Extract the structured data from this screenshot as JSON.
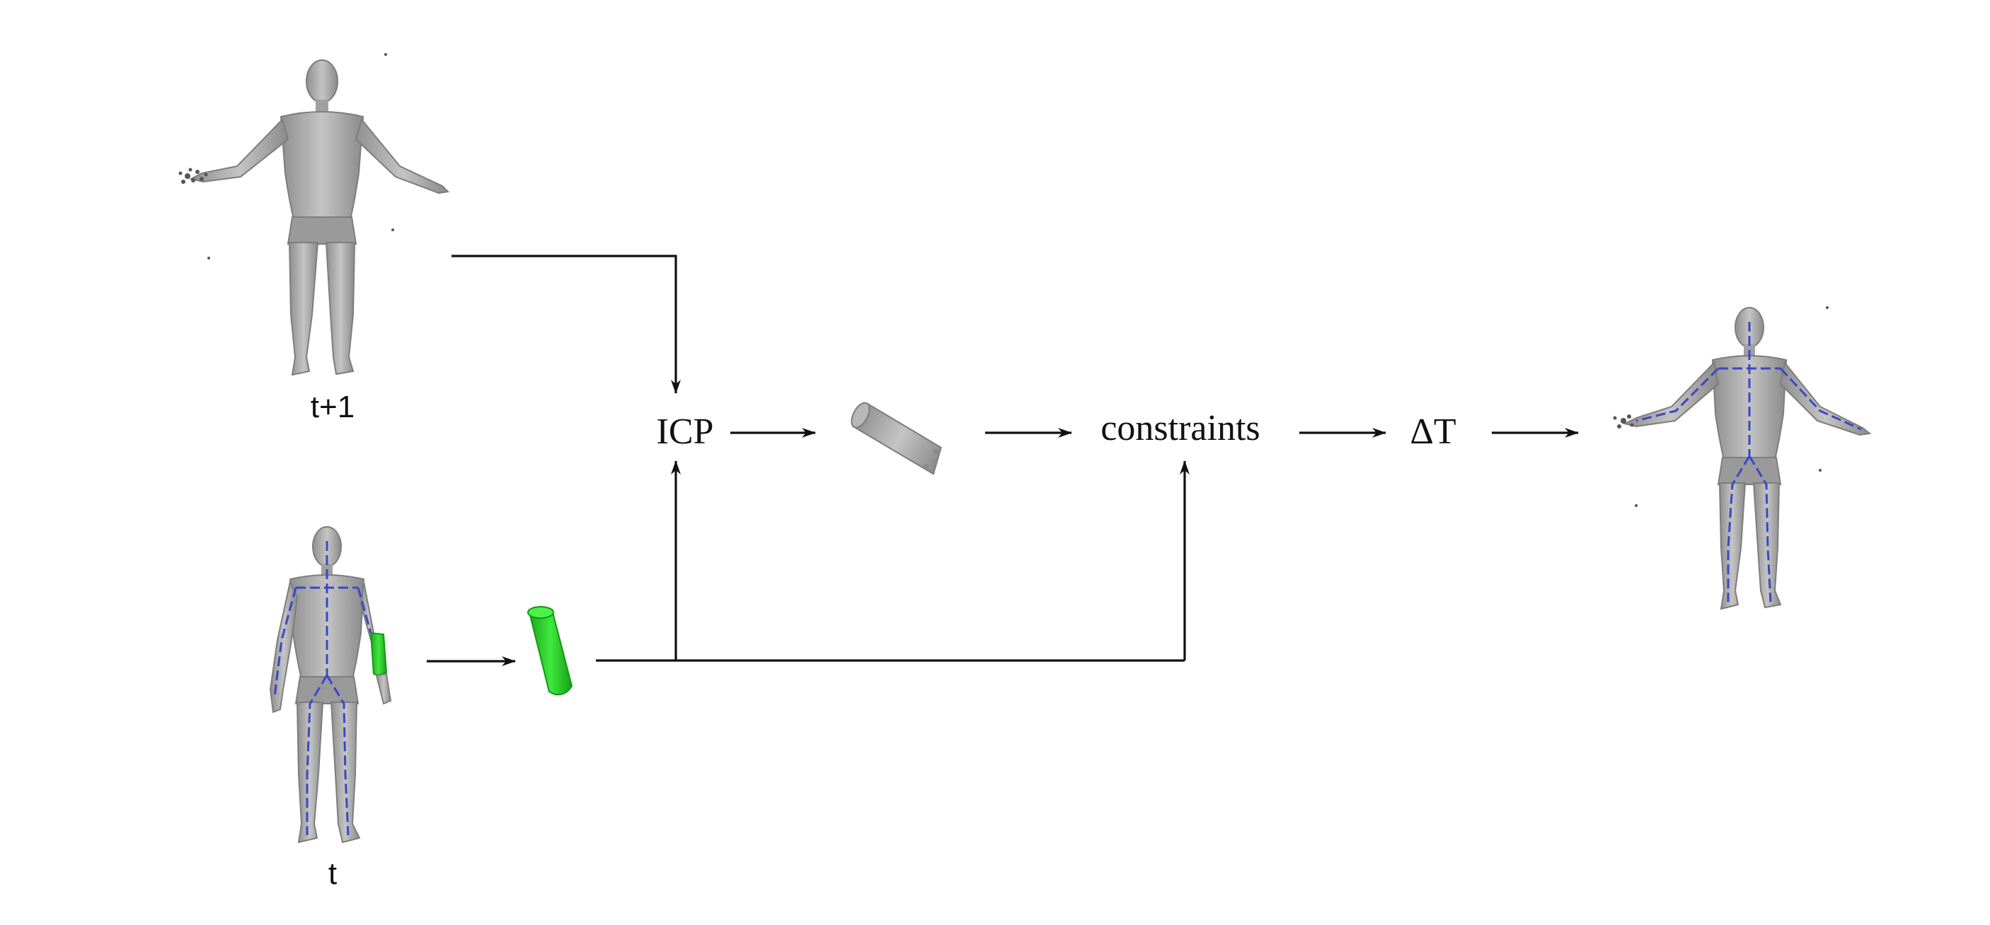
{
  "figure": {
    "labels": {
      "frame_next": "t+1",
      "frame_current": "t",
      "icp": "ICP",
      "constraints": "constraints",
      "delta_t": "ΔT"
    },
    "colors": {
      "mesh": "#a8a8a8",
      "skeleton": "#3a47c8",
      "segment": "#28d42a",
      "line": "#111111"
    }
  }
}
